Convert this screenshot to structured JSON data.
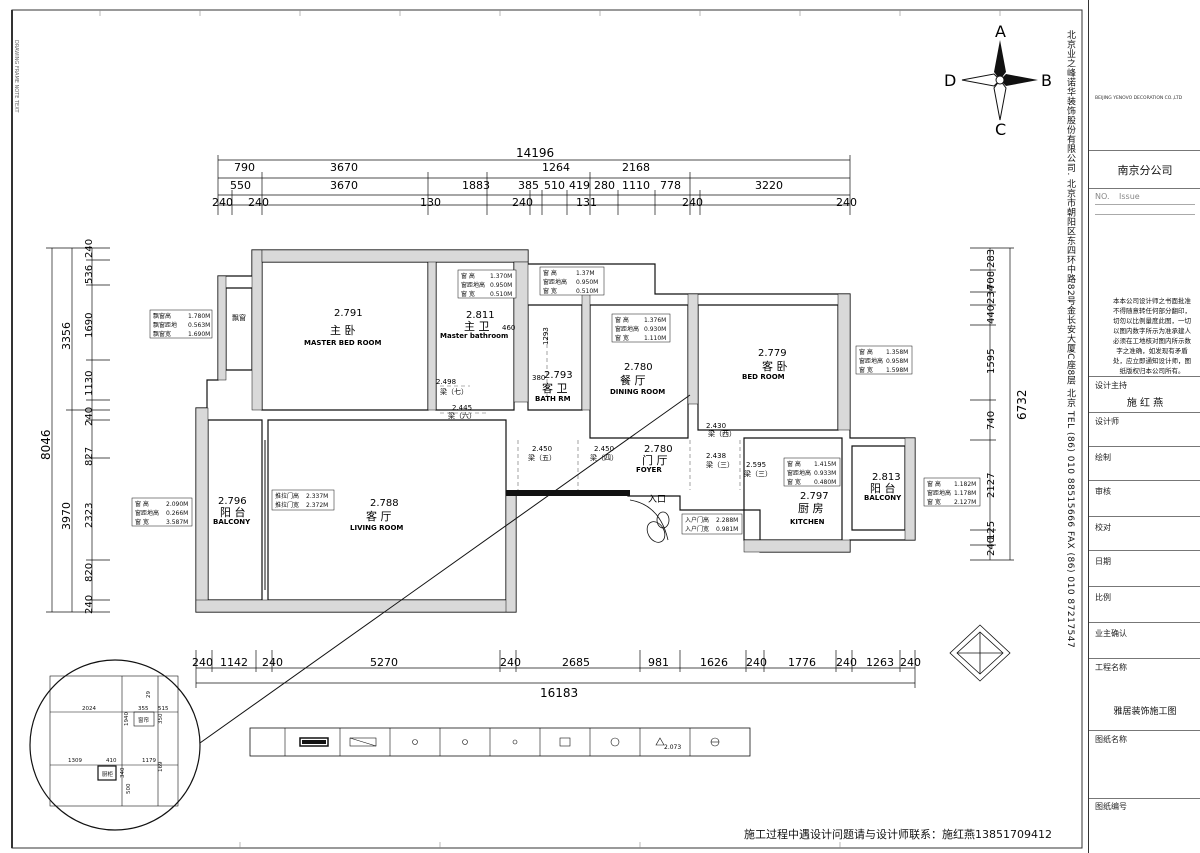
{
  "compass": {
    "n": "A",
    "e": "B",
    "s": "C",
    "w": "D"
  },
  "dims_top_total": "14196",
  "dims_top_row1": [
    "790",
    "3670",
    "1264",
    "2168"
  ],
  "dims_top_row2": [
    "550",
    "3670",
    "1883",
    "385",
    "510",
    "419",
    "280",
    "1110",
    "778",
    "3220"
  ],
  "dims_top_row3": [
    "240",
    "240",
    "130",
    "240",
    "131",
    "240",
    "240"
  ],
  "dims_bottom_total": "16183",
  "dims_bottom": [
    "240",
    "1142",
    "240",
    "5270",
    "240",
    "2685",
    "981",
    "1626",
    "240",
    "1776",
    "240",
    "1263",
    "240"
  ],
  "dims_left_total": "8046",
  "dims_left_outer": [
    "3356",
    "3970"
  ],
  "dims_left_inner": [
    "240",
    "536",
    "1690",
    "1130",
    "240",
    "827",
    "2323",
    "820",
    "240"
  ],
  "dims_right_total": "6732",
  "dims_right": [
    "283",
    "708",
    "234",
    "440",
    "1595",
    "740",
    "2127",
    "125",
    "240"
  ],
  "rooms": {
    "master_bed": {
      "h": "2.791",
      "cn": "主 卧",
      "en": "MASTER BED ROOM"
    },
    "master_bath": {
      "h": "2.811",
      "cn": "主 卫",
      "en": "Master bathroom"
    },
    "bath": {
      "h": "2.793",
      "cn": "客 卫",
      "en": "BATH RM"
    },
    "dining": {
      "h": "2.780",
      "cn": "餐 厅",
      "en": "DINING ROOM"
    },
    "bed": {
      "h": "2.779",
      "cn": "客 卧",
      "en": "BED ROOM"
    },
    "foyer": {
      "h": "2.780",
      "cn": "门 厅",
      "en": "FOYER"
    },
    "living": {
      "h": "2.788",
      "cn": "客 厅",
      "en": "LIVING ROOM"
    },
    "balcony_w": {
      "h": "2.796",
      "cn": "阳 台",
      "en": "BALCONY"
    },
    "kitchen": {
      "h": "2.797",
      "cn": "厨 房",
      "en": "KITCHEN"
    },
    "balcony_e": {
      "h": "2.813",
      "cn": "阳 台",
      "en": "BALCONY"
    },
    "bay": {
      "cn": "飘窗"
    }
  },
  "beams": [
    "2.498",
    "2.445",
    "梁（七）",
    "梁（六）",
    "2.450",
    "梁（五）",
    "2.450",
    "梁（四）",
    "2.430",
    "梁（西）",
    "2.438",
    "梁（三）",
    "2.595",
    "梁（三）"
  ],
  "bath_dim": "460",
  "bath_dim2": "1293",
  "bath_dim3": "380",
  "window_tables": {
    "bay": [
      [
        "飘窗高",
        "1.780M"
      ],
      [
        "飘窗距地",
        "0.563M"
      ],
      [
        "飘窗宽",
        "1.690M"
      ]
    ],
    "master_bath": [
      [
        "窗 高",
        "1.370M"
      ],
      [
        "窗距地高",
        "0.950M"
      ],
      [
        "窗 宽",
        "0.510M"
      ]
    ],
    "bath": [
      [
        "窗 高",
        "1.37M"
      ],
      [
        "窗距地高",
        "0.950M"
      ],
      [
        "窗 宽",
        "0.510M"
      ]
    ],
    "dining": [
      [
        "窗 高",
        "1.376M"
      ],
      [
        "窗距地高",
        "0.930M"
      ],
      [
        "窗 宽",
        "1.110M"
      ]
    ],
    "bed": [
      [
        "窗 高",
        "1.358M"
      ],
      [
        "窗距地高",
        "0.958M"
      ],
      [
        "窗 宽",
        "1.598M"
      ]
    ],
    "balcony_e": [
      [
        "窗 高",
        "1.182M"
      ],
      [
        "窗距地高",
        "1.178M"
      ],
      [
        "窗 宽",
        "2.127M"
      ]
    ],
    "kitchen": [
      [
        "窗 高",
        "1.415M"
      ],
      [
        "窗距地高",
        "0.933M"
      ],
      [
        "窗 宽",
        "0.480M"
      ]
    ],
    "living": [
      [
        "推拉门高",
        "2.337M"
      ],
      [
        "推拉门宽",
        "2.372M"
      ]
    ],
    "balcony_w": [
      [
        "窗 高",
        "2.090M"
      ],
      [
        "窗距地高",
        "0.266M"
      ],
      [
        "窗 宽",
        "3.587M"
      ]
    ],
    "entry": [
      [
        "入户门高",
        "2.288M"
      ],
      [
        "入户门宽",
        "0.981M"
      ]
    ]
  },
  "entry_label": "入口",
  "detail": {
    "d1": "2024",
    "d2": "355",
    "d3": "515",
    "d4": "29",
    "d5": "1940",
    "d6": "350",
    "d7": "1309",
    "d8": "410",
    "d9": "1179",
    "d10": "340",
    "d11": "500",
    "d12": "169",
    "b1": "窗帘",
    "b2": "厨柜"
  },
  "legend_value": "2.073",
  "footer": "施工过程中遇设计问题请与设计师联系：施红燕13851709412",
  "vertical_company": "北京业之峰诺华装饰股份有限公司. 北京市朝阳区东四环中路82号金长安大厦C座8层  北京  TEL (86) 010 88515666  FAX (86) 010 87217547",
  "title_block": {
    "logo": "BEIJING YENOVO DECORATION CO.,LTD",
    "branch": "南京分公司",
    "no_label": "NO.",
    "issue": "Issue",
    "notice": "本本公司设计师之书面批准不得随意转任何部分翻印，切勿以比例量度此图，一切以图内数字所示为准承建人必须在工地核对图内所示数字之准确，如发现有矛盾处，应立即通知设计师，图纸版权归本公司所有。",
    "rows": [
      {
        "label": "设计主持",
        "value": "施 红 燕"
      },
      {
        "label": "设计师",
        "value": ""
      },
      {
        "label": "绘制",
        "value": ""
      },
      {
        "label": "审核",
        "value": ""
      },
      {
        "label": "校对",
        "value": ""
      },
      {
        "label": "日期",
        "value": ""
      },
      {
        "label": "比例",
        "value": ""
      },
      {
        "label": "业主确认",
        "value": ""
      },
      {
        "label": "工程名称",
        "value": "雅居装饰施工图"
      },
      {
        "label": "图纸名称",
        "value": ""
      },
      {
        "label": "图纸编号",
        "value": ""
      }
    ]
  }
}
